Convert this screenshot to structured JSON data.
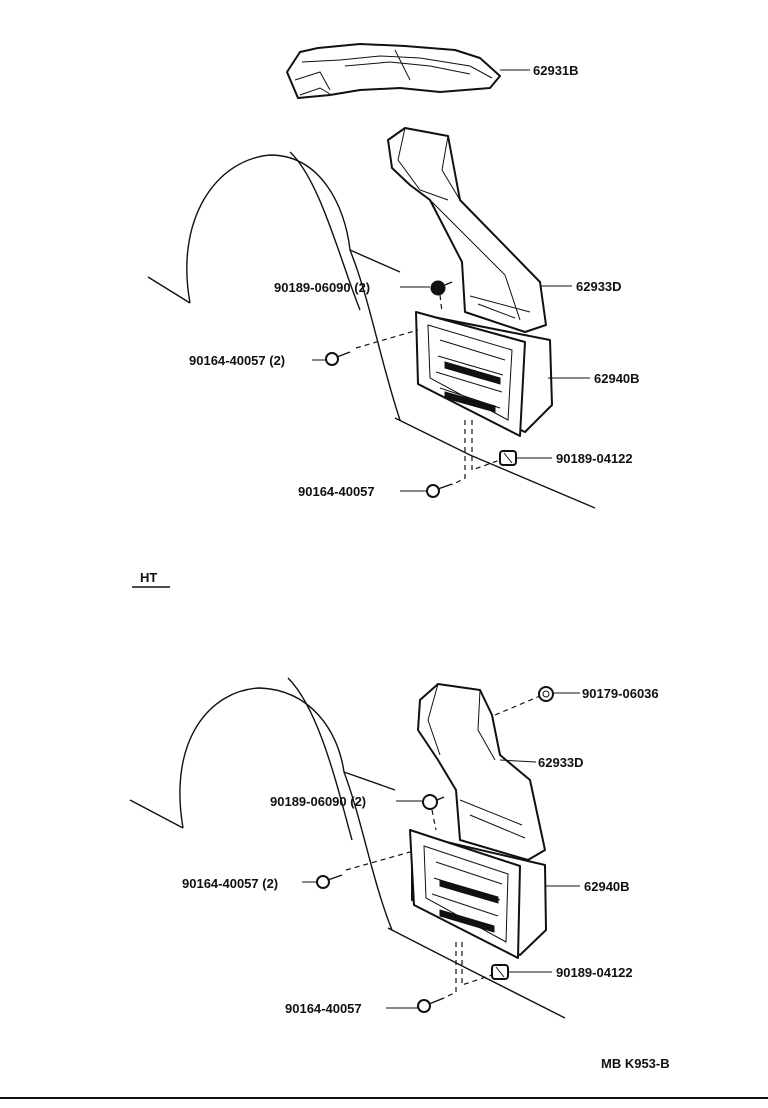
{
  "top_section": {
    "labels": {
      "duct_upper": "62931B",
      "duct_main": "62933D",
      "grille": "62940B",
      "clip": "90189-06090 (2)",
      "screw_side": "90164-40057 (2)",
      "clip_lower": "90189-04122",
      "screw_lower": "90164-40057"
    }
  },
  "section_heading": "HT",
  "bottom_section": {
    "labels": {
      "nut": "90179-06036",
      "duct_main": "62933D",
      "grille": "62940B",
      "clip": "90189-06090 (2)",
      "screw_side": "90164-40057 (2)",
      "clip_lower": "90189-04122",
      "screw_lower": "90164-40057"
    }
  },
  "figure_code": "MB K953-B"
}
